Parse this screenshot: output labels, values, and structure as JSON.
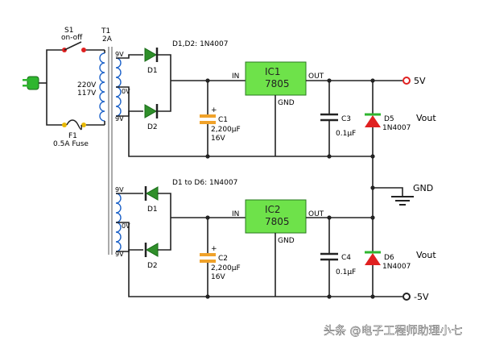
{
  "colors": {
    "ic_fill": "#6ee24a",
    "diode_fill": "#2f8f2a",
    "diode_red": "#e02020",
    "cap_fill": "#f0a22a",
    "coil": "#1e63c9",
    "led_green": "#2fb62f"
  },
  "switch": {
    "ref": "S1",
    "label": "on-off"
  },
  "transformer": {
    "ref": "T1",
    "rating": "2A",
    "primary": "220V\n117V",
    "primary_1": "220V",
    "primary_2": "117V"
  },
  "fuse": {
    "ref": "F1",
    "label": "0.5A Fuse"
  },
  "plug_icon": "power-plug-icon",
  "top": {
    "diode_note": "D1,D2: 1N4007",
    "tap_top": "9V",
    "tap_mid": "0V",
    "tap_bot": "9V",
    "d1": "D1",
    "d2": "D2",
    "cap": {
      "ref": "C1",
      "value": "2,200μF",
      "volt": "16V",
      "pol": "+"
    },
    "ic": {
      "ref": "IC1",
      "part": "7805",
      "in": "IN",
      "out": "OUT",
      "gnd": "GND"
    },
    "c_small": {
      "ref": "C3",
      "value": "0.1μF"
    },
    "led": {
      "ref": "D5",
      "part": "1N4007"
    },
    "vout": "Vout",
    "rail": "5V"
  },
  "bottom": {
    "diode_note": "D1 to D6: 1N4007",
    "tap_top": "9V",
    "tap_mid": "0V",
    "tap_bot": "9V",
    "d1": "D1",
    "d2": "D2",
    "cap": {
      "ref": "C2",
      "value": "2,200μF",
      "volt": "16V",
      "pol": "+"
    },
    "ic": {
      "ref": "IC2",
      "part": "7805",
      "in": "IN",
      "out": "OUT",
      "gnd": "GND"
    },
    "c_small": {
      "ref": "C4",
      "value": "0.1μF"
    },
    "led": {
      "ref": "D6",
      "part": "1N4007"
    },
    "vout": "Vout",
    "rail": "-5V"
  },
  "gnd_label": "GND",
  "watermark": "头条 @电子工程师助理小七"
}
